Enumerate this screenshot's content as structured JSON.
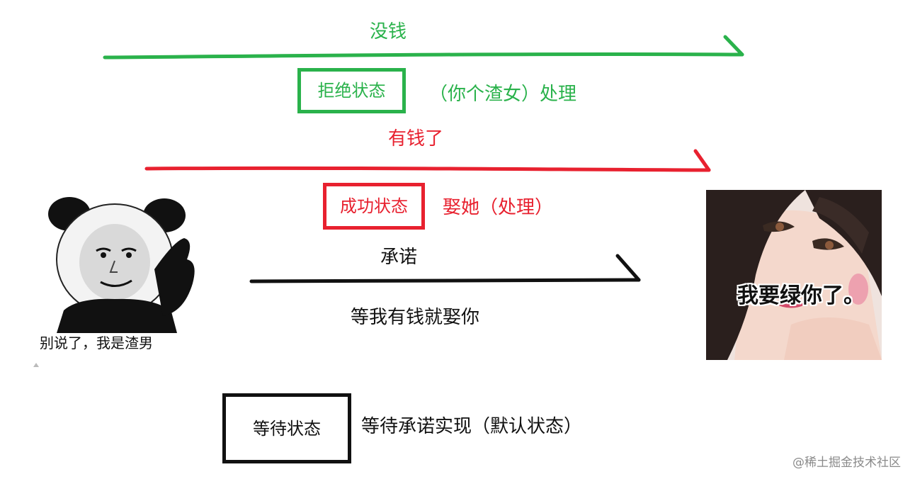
{
  "arrows": {
    "no_money": {
      "label": "没钱",
      "color": "#2ab24b"
    },
    "has_money": {
      "label": "有钱了",
      "color": "#e8212f"
    },
    "promise": {
      "label": "承诺",
      "color": "#111111"
    }
  },
  "states": {
    "rejected": {
      "label": "拒绝状态",
      "handler": "（你个渣女）处理",
      "color": "#2ab24b"
    },
    "fulfilled": {
      "label": "成功状态",
      "handler": "娶她（处理）",
      "color": "#e8212f"
    },
    "pending": {
      "label": "等待状态",
      "handler": "等待承诺实现（默认状态）",
      "color": "#111111"
    }
  },
  "promise_text": "等我有钱就娶你",
  "memes": {
    "panda": {
      "caption": "别说了，我是渣男"
    },
    "girl": {
      "caption": "我要绿你了。"
    }
  },
  "watermark": "@稀土掘金技术社区"
}
